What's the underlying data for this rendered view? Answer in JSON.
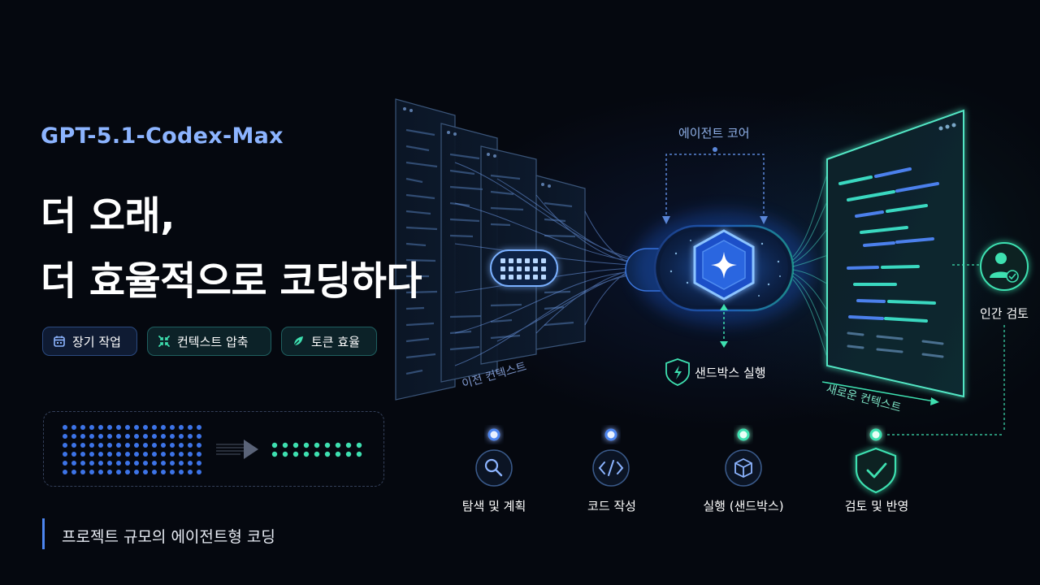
{
  "hero": {
    "model_name": "GPT-5.1-Codex-Max",
    "headline_line1": "더 오래,",
    "headline_line2": "더 효율적으로 코딩하다"
  },
  "features": [
    {
      "label": "장기 작업",
      "icon": "calendar-icon"
    },
    {
      "label": "컨텍스트 압축",
      "icon": "compress-icon"
    },
    {
      "label": "토큰 효율",
      "icon": "leaf-icon"
    }
  ],
  "tagline": "프로젝트 규모의 에이전트형 코딩",
  "diagram": {
    "previous_context_label": "이전 컨텍스트",
    "agent_core_label": "에이전트 코어",
    "sandbox_label": "샌드박스 실행",
    "new_context_label": "새로운 컨텍스트",
    "human_review_label": "인간 검토"
  },
  "workflow_steps": [
    {
      "label": "탐색 및 계획",
      "icon": "search-icon"
    },
    {
      "label": "코드 작성",
      "icon": "code-icon"
    },
    {
      "label": "실행 (샌드박스)",
      "icon": "cube-icon"
    },
    {
      "label": "검토 및 반영",
      "icon": "shield-check-icon"
    }
  ],
  "colors": {
    "background": "#05080f",
    "accent_blue": "#4d86f0",
    "accent_teal": "#3ee0b0",
    "model_name": "#8cb4ff"
  }
}
